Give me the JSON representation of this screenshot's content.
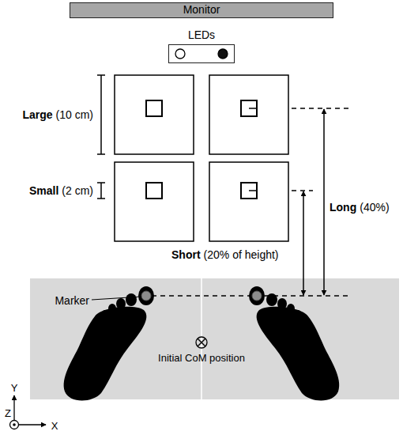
{
  "diagram": {
    "nodes": [
      {
        "text": [
          "Monitor"
        ]
      },
      {
        "text": [
          "LEDs"
        ]
      }
    ],
    "labels": [
      "Large",
      "(10 cm)",
      "Small",
      "(2 cm)",
      "Short",
      "(20% of height)",
      "Long",
      "(40%)",
      "Marker",
      "Initial CoM position",
      "Y",
      "X",
      "Z"
    ]
  }
}
